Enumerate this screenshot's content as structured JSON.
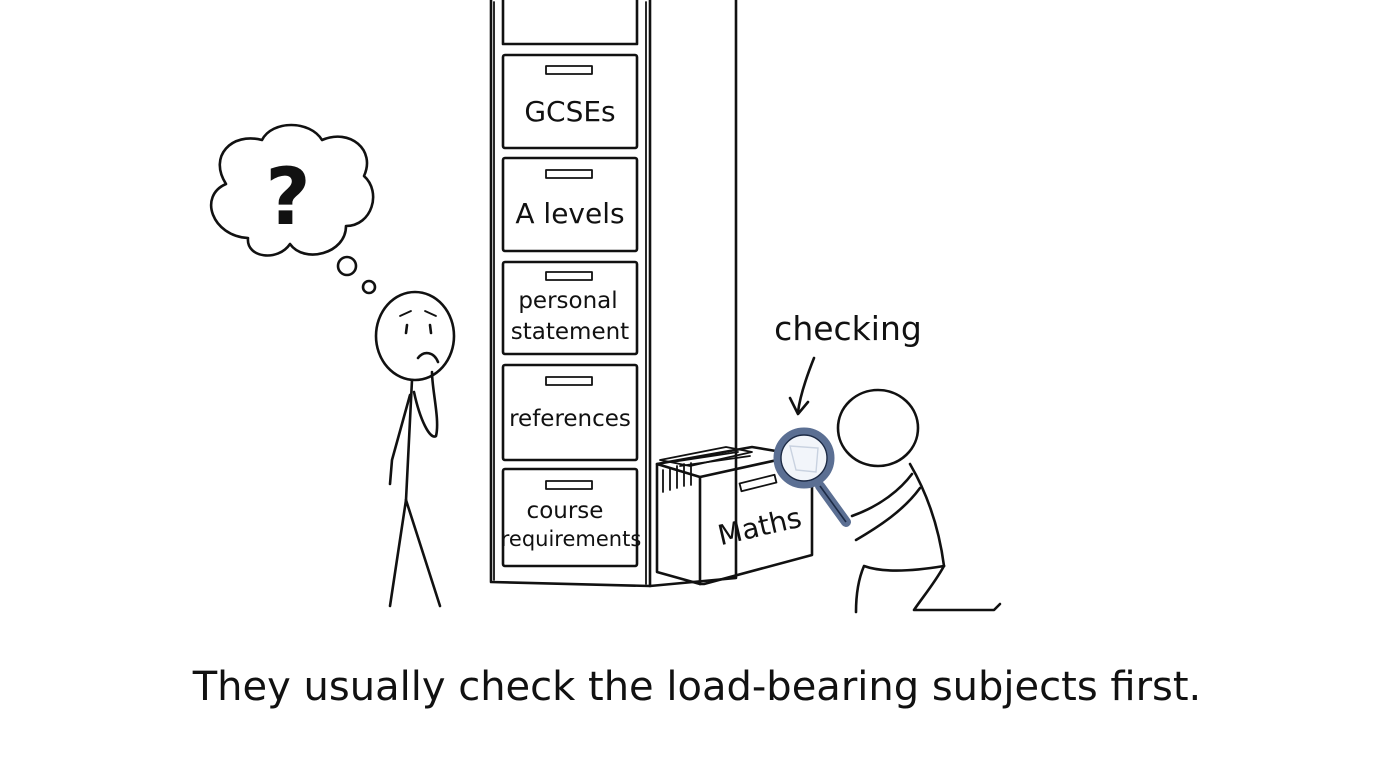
{
  "cabinet": {
    "drawers": [
      {
        "lines": [
          "GCSEs"
        ]
      },
      {
        "lines": [
          "A levels"
        ]
      },
      {
        "lines": [
          "personal",
          "statement"
        ]
      },
      {
        "lines": [
          "references"
        ]
      },
      {
        "lines": [
          "course",
          "requirements"
        ]
      }
    ],
    "open_drawer": {
      "label": "Maths"
    }
  },
  "thought_bubble": {
    "symbol": "?"
  },
  "annotation": {
    "text": "checking"
  },
  "caption": {
    "text": "They usually check the load-bearing subjects first."
  },
  "colors": {
    "ink": "#111111",
    "magnifier": "#5b6f93",
    "background": "#ffffff"
  },
  "icons": {
    "magnifier": "magnifying-glass-icon",
    "arrow": "curved-arrow-icon"
  }
}
